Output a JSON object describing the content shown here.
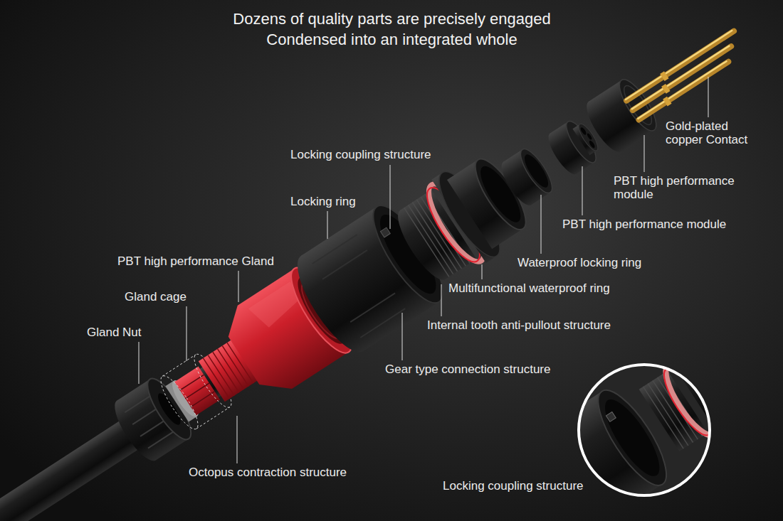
{
  "diagram": {
    "title": "Dozens of quality parts are precisely engaged Condensed into an integrated whole",
    "labels": [
      "Locking coupling structure",
      "Locking ring",
      "PBT high performance Gland",
      "Gland cage",
      "Gland Nut",
      "Octopus contraction structure",
      "Gear type connection structure",
      "Internal tooth anti-pullout structure",
      "Multifunctional waterproof ring",
      "Waterproof locking ring",
      "PBT high performance module",
      "PBT high performance module",
      "Gold-plated copper Contact",
      "Locking coupling structure"
    ]
  }
}
